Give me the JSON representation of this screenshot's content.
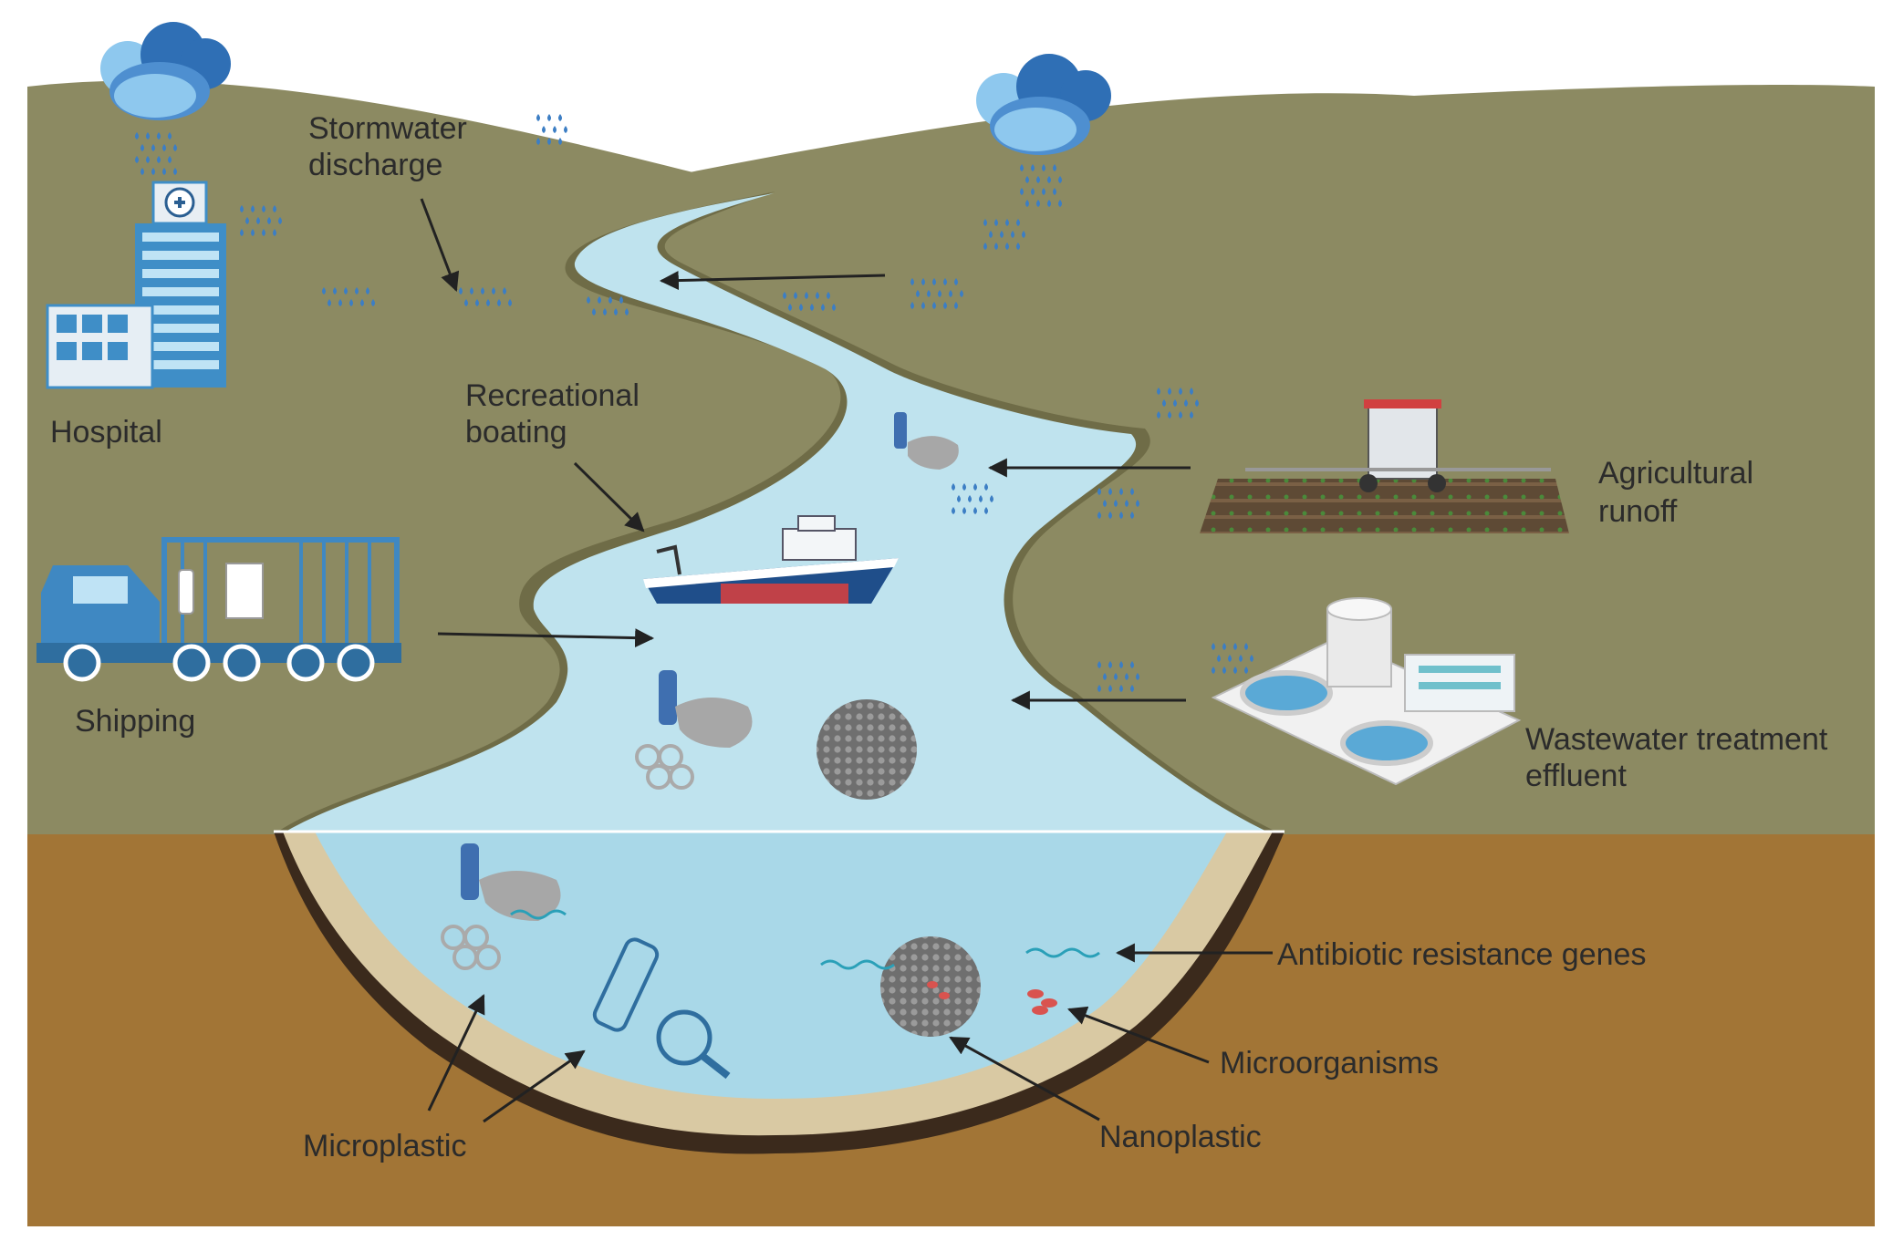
{
  "labels": {
    "stormwater_line1": "Stormwater",
    "stormwater_line2": "discharge",
    "hospital": "Hospital",
    "recreational_line1": "Recreational",
    "recreational_line2": "boating",
    "agricultural_line1": "Agricultural",
    "agricultural_line2": "runoff",
    "shipping": "Shipping",
    "wastewater_line1": "Wastewater treatment",
    "wastewater_line2": "effluent",
    "arg": "Antibiotic resistance genes",
    "microorganisms": "Microorganisms",
    "microplastic": "Microplastic",
    "nanoplastic": "Nanoplastic"
  },
  "colors": {
    "land": "#8c8a62",
    "land_edge": "#6f6c47",
    "soil": "#a27536",
    "river": "#bfe3ee",
    "river_cross": "#a9d8e8",
    "sediment": "#d9c9a3",
    "bank": "#3b2a1c",
    "cloud_light": "#8ec8ee",
    "cloud_dark": "#2f6fb5",
    "rain": "#3c7ec4",
    "building": "#3f8ec7",
    "truck": "#3f88c2",
    "arrow": "#222222"
  }
}
